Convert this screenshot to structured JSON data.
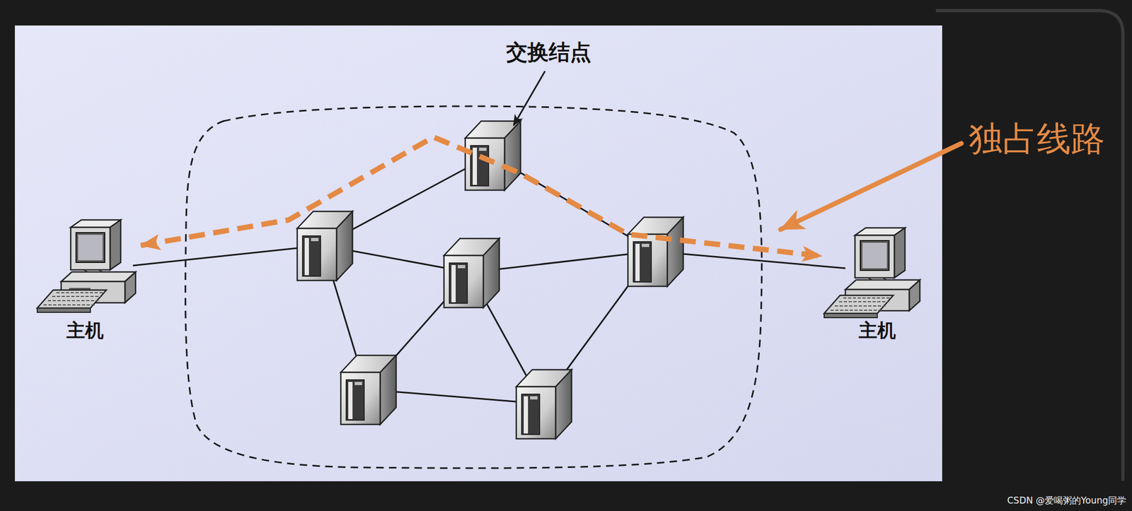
{
  "diagram": {
    "nodes": [
      {
        "text": [
          "主机"
        ]
      },
      {
        "text": [
          "主机"
        ]
      }
    ],
    "edges": [
      {
        "from": 0,
        "to": 1,
        "arrow": "both"
      }
    ],
    "labels": [
      "交换结点",
      "独占线路",
      "CSDN @爱喝粥的Young同学"
    ]
  }
}
